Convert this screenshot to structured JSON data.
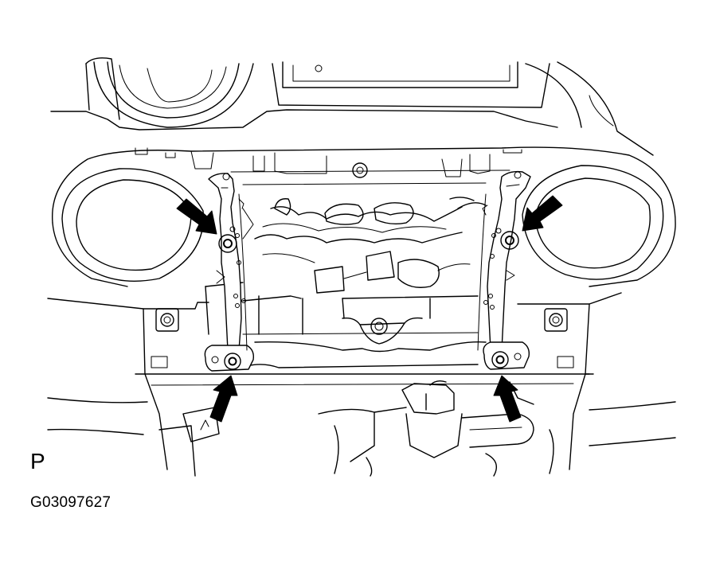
{
  "figure": {
    "view_letter": "P",
    "figure_code": "G03097627"
  },
  "icons": {
    "arrow_count": 4,
    "arrow_color": "#000000",
    "line_color": "#000000",
    "background": "#ffffff"
  }
}
